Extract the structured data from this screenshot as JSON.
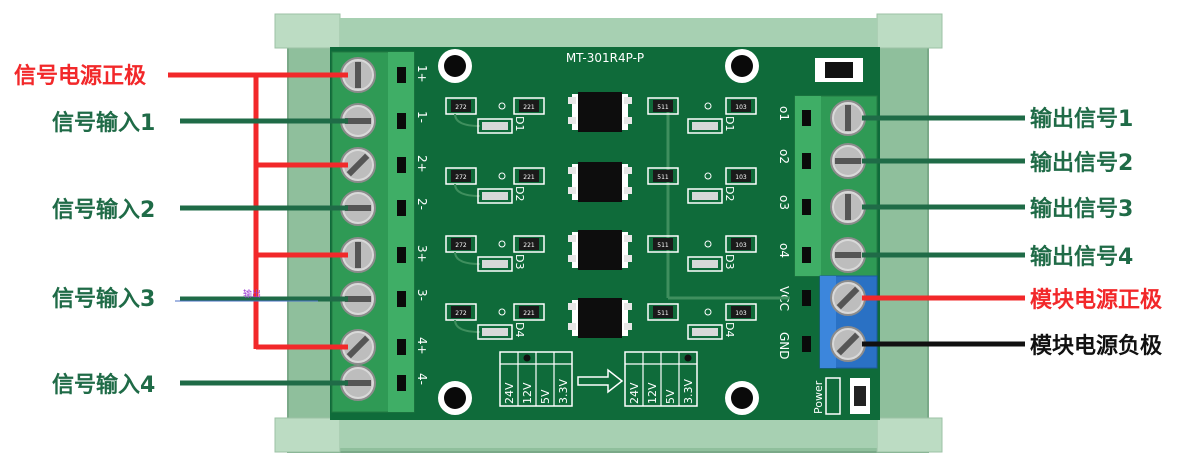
{
  "colors": {
    "signal_green": "#1f6b47",
    "power_red": "#f2282a",
    "ground_black": "#111111",
    "rail_green": "#9ccaa8",
    "pcb_green": "#0f6b3a",
    "terminal_green": "#2f9a55",
    "terminal_blue": "#2a71c4"
  },
  "board": {
    "model": "MT-301R4P-P",
    "input_pins": [
      "1+",
      "1-",
      "2+",
      "2-",
      "3+",
      "3-",
      "4+",
      "4-"
    ],
    "output_pins": [
      "o1",
      "o2",
      "o3",
      "o4"
    ],
    "power_pins": [
      "VCC",
      "GND"
    ],
    "channels": [
      {
        "diode": "D1",
        "res_a": "272",
        "res_b": "221",
        "res_c": "511",
        "res_d": "103"
      },
      {
        "diode": "D2",
        "res_a": "272",
        "res_b": "221",
        "res_c": "511",
        "res_d": "103"
      },
      {
        "diode": "D3",
        "res_a": "272",
        "res_b": "221",
        "res_c": "511",
        "res_d": "103"
      },
      {
        "diode": "D4",
        "res_a": "272",
        "res_b": "221",
        "res_c": "511",
        "res_d": "103"
      }
    ],
    "voltage_options": [
      "24V",
      "12V",
      "5V",
      "3.3V"
    ],
    "power_led_label": "Power"
  },
  "labels_left": {
    "signal_power_pos": "信号电源正极",
    "signal_in_1": "信号输入1",
    "signal_in_2": "信号输入2",
    "signal_in_3": "信号输入3",
    "signal_in_4": "信号输入4",
    "stray_mark": "输出"
  },
  "labels_right": {
    "out_1": "输出信号1",
    "out_2": "输出信号2",
    "out_3": "输出信号3",
    "out_4": "输出信号4",
    "module_power_pos": "模块电源正极",
    "module_power_neg": "模块电源负极"
  }
}
